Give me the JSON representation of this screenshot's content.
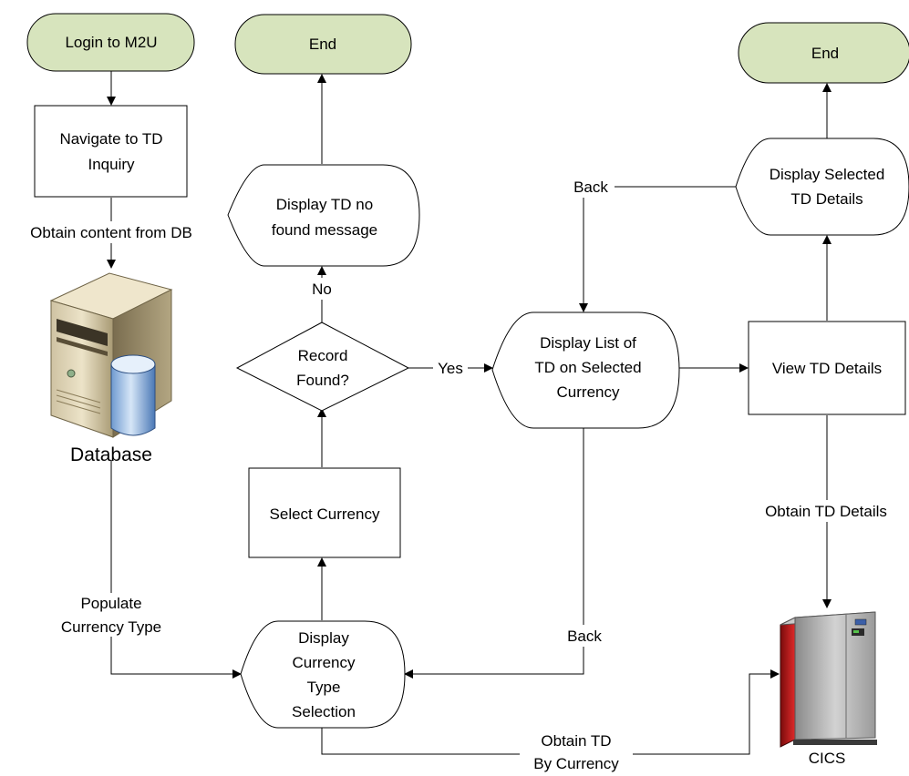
{
  "nodes": {
    "login": "Login to M2U",
    "end_top": "End",
    "end_right": "End",
    "navigate": [
      "Navigate to TD",
      "Inquiry"
    ],
    "display_not_found": [
      "Display TD no",
      "found message"
    ],
    "record_found": [
      "Record",
      "Found?"
    ],
    "display_list": [
      "Display List of",
      "TD on Selected",
      "Currency"
    ],
    "view_details": "View TD Details",
    "display_selected": [
      "Display Selected",
      "TD Details"
    ],
    "select_currency": "Select Currency",
    "display_currency": [
      "Display",
      "Currency",
      "Type",
      "Selection"
    ],
    "database": "Database",
    "cics": "CICS"
  },
  "edges": {
    "obtain_db": "Obtain content from DB",
    "no": "No",
    "yes": "Yes",
    "back_top": "Back",
    "back_bottom": "Back",
    "obtain_td_details": "Obtain TD Details",
    "populate": [
      "Populate",
      "Currency Type"
    ],
    "obtain_by_currency": [
      "Obtain TD",
      "By Currency"
    ]
  }
}
